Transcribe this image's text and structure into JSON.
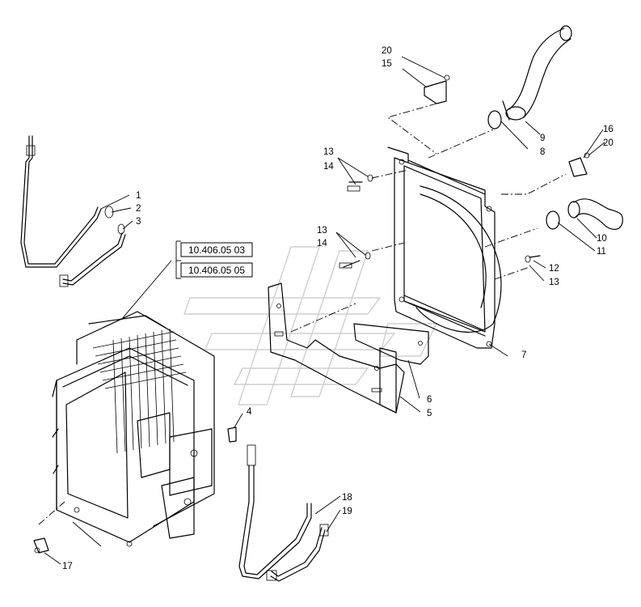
{
  "reference_codes": [
    "10.406.05 03",
    "10.406.05 05"
  ],
  "callouts": {
    "c1": "1",
    "c2": "2",
    "c3": "3",
    "c4": "4",
    "c5": "5",
    "c6": "6",
    "c7": "7",
    "c8": "8",
    "c9": "9",
    "c10": "10",
    "c11": "11",
    "c12": "12",
    "c13a": "13",
    "c13b": "13",
    "c13c": "13",
    "c14a": "14",
    "c14b": "14",
    "c15": "15",
    "c16": "16",
    "c17": "17",
    "c18": "18",
    "c19": "19",
    "c20a": "20",
    "c20b": "20"
  }
}
